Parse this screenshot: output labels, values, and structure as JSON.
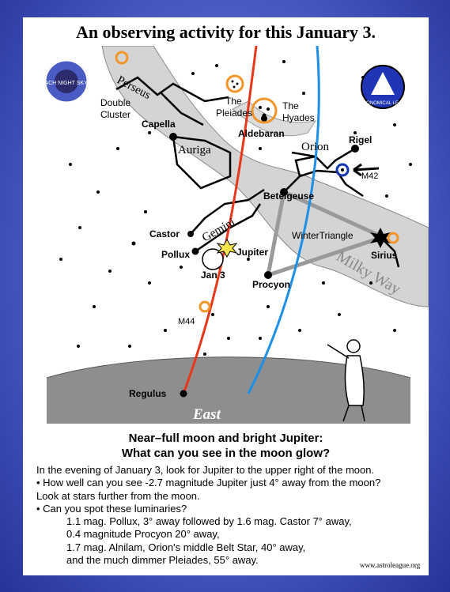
{
  "title": "An observing activity for this January 3.",
  "map": {
    "direction": "East",
    "constellations": [
      "Perseus",
      "Auriga",
      "Orion",
      "Gemini",
      "Milky Way"
    ],
    "stars": {
      "capella": "Capella",
      "aldebaran": "Aldebaran",
      "rigel": "Rigel",
      "betelgeuse": "Betelgeuse",
      "castor": "Castor",
      "pollux": "Pollux",
      "jupiter": "Jupiter",
      "procyon": "Procyon",
      "sirius": "Sirius",
      "regulus": "Regulus"
    },
    "objects": {
      "double_cluster_1": "Double",
      "double_cluster_2": "Cluster",
      "pleiades_1": "The",
      "pleiades_2": "Pleiades",
      "hyades_1": "The",
      "hyades_2": "Hyades",
      "m42": "M42",
      "m44": "M44",
      "winter_triangle": "WinterTriangle",
      "moon": "Jan 3"
    },
    "logos": {
      "left_badge": "OUTREACH NIGHT SKY TOOLS",
      "right_badge": "ASTRONOMICAL LEAGUE"
    },
    "colors": {
      "jupiter_path": "#e8371a",
      "moon_path": "#1e8fe6",
      "highlight_ring": "#f0962a"
    }
  },
  "heading_1": "Near–full moon and bright Jupiter:",
  "heading_2": "What can you see in the moon glow?",
  "body": [
    "In the evening of January 3, look for Jupiter to the upper right of the moon.",
    "• How well can you see -2.7 magnitude Jupiter just 4° away from the moon?",
    "Look at stars further from the moon.",
    "• Can you spot these luminaries?"
  ],
  "list": [
    "1.1 mag. Pollux, 3° away followed by 1.6 mag. Castor 7° away,",
    "0.4 magnitude Procyon 20° away,",
    "1.7 mag. Alnilam, Orion's middle Belt Star, 40° away,",
    "and the much dimmer Pleiades, 55° away."
  ],
  "footer": "www.astroleague.org"
}
